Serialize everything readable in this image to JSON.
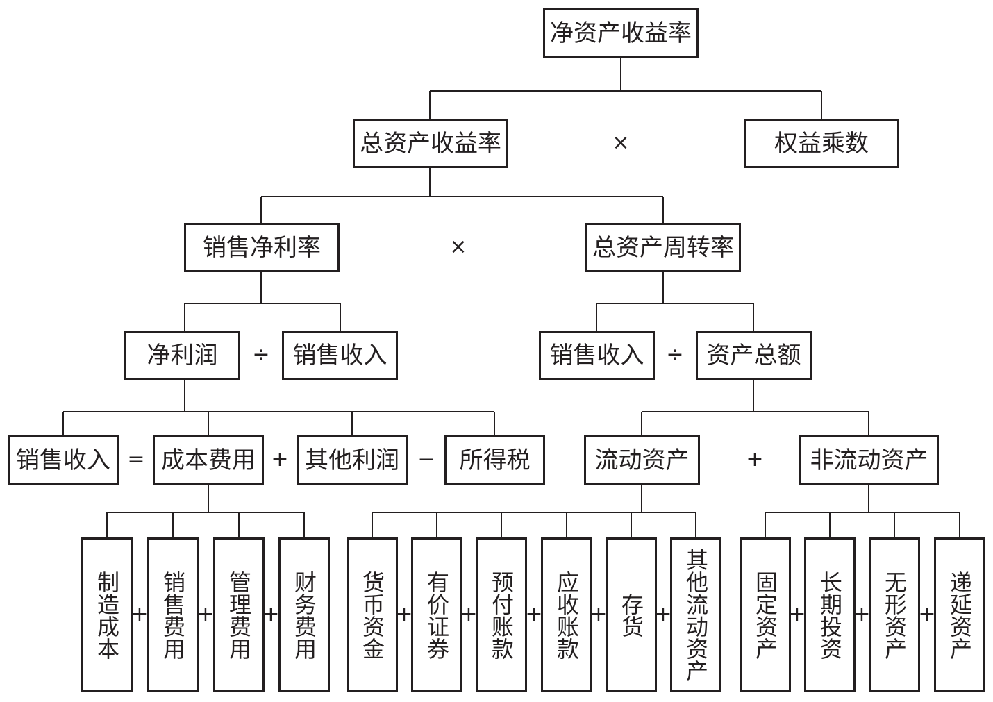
{
  "nodes": {
    "roe": "净资产收益率",
    "roa": "总资产收益率",
    "equity_multiplier": "权益乘数",
    "net_profit_margin": "销售净利率",
    "total_asset_turnover": "总资产周转率",
    "net_profit": "净利润",
    "sales_revenue_1": "销售收入",
    "sales_revenue_2": "销售收入",
    "total_assets": "资产总额",
    "sales_revenue_3": "销售收入",
    "cost_expense": "成本费用",
    "other_profit": "其他利润",
    "income_tax": "所得税",
    "current_assets": "流动资产",
    "non_current_assets": "非流动资产",
    "manufacturing_cost": "制造成本",
    "selling_expense": "销售费用",
    "admin_expense": "管理费用",
    "finance_expense": "财务费用",
    "cash": "货币资金",
    "securities": "有价证券",
    "prepaid": "预付账款",
    "receivables": "应收账款",
    "inventory": "存货",
    "other_current_assets": "其他流动资产",
    "fixed_assets": "固定资产",
    "long_term_investment": "长期投资",
    "intangible_assets": "无形资产",
    "deferred_assets": "递延资产"
  },
  "operators": {
    "times": "×",
    "divide": "÷",
    "equals": "=",
    "plus": "+",
    "minus": "−"
  }
}
